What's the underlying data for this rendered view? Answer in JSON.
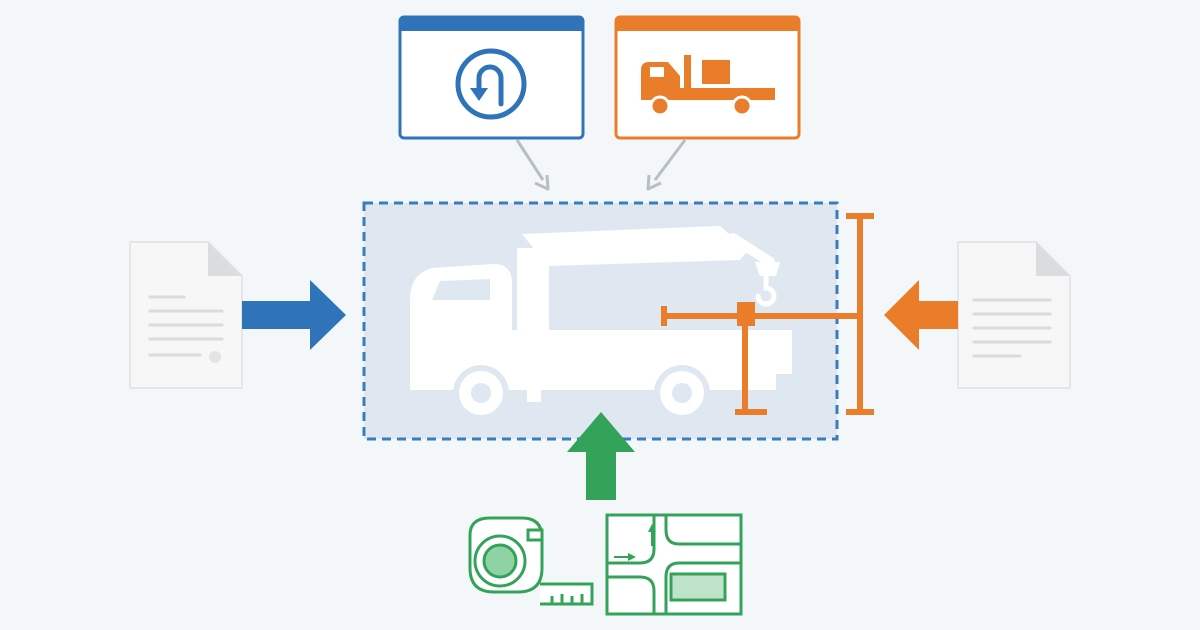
{
  "diagram": {
    "colors": {
      "blue": "#2f74b9",
      "orange": "#ea7d2a",
      "green": "#34a35a",
      "truck_white": "#ffffff",
      "zone_fill": "#dfe8f1",
      "zone_border": "#3b7cbd",
      "document_fill": "#f7f7f7",
      "connector_gray": "#b9bec3",
      "background": "#f3f7f9"
    },
    "nodes": {
      "u_turn_card": {
        "icon": "u-turn-icon",
        "accent": "blue"
      },
      "delivery_card": {
        "icon": "flatbed-truck-with-box-icon",
        "accent": "orange"
      },
      "crane_truck": {
        "icon": "crane-truck-icon"
      },
      "left_document": {
        "icon": "document-with-seal-icon",
        "arrow": "blue"
      },
      "right_document": {
        "icon": "document-icon",
        "arrow": "orange"
      },
      "tape_measure": {
        "icon": "tape-measure-icon",
        "accent": "green"
      },
      "site_map": {
        "icon": "site-map-icon",
        "accent": "green"
      }
    }
  }
}
